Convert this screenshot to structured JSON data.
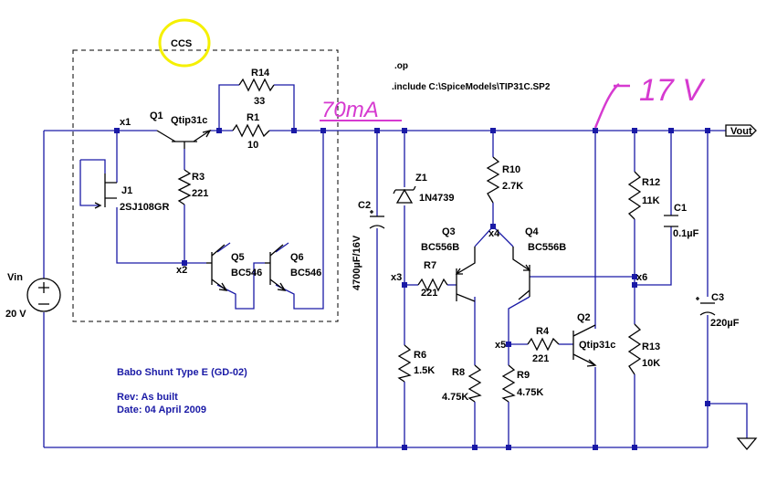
{
  "directives": [
    ".op",
    ".include C:\\SpiceModels\\TIP31C.SP2"
  ],
  "output_label": "Vout",
  "annotations": {
    "ccs": "CCS",
    "current": "70mA",
    "voltage": "17 V"
  },
  "notes": {
    "title": "Babo Shunt Type E (GD-02)",
    "rev": "Rev: As built",
    "date": "Date: 04 April 2009"
  },
  "nets": [
    "x1",
    "x2",
    "x3",
    "x4",
    "x5",
    "x6"
  ],
  "components": {
    "Vin": {
      "ref": "Vin",
      "value": "20 V"
    },
    "Q1": {
      "ref": "Q1",
      "value": "Qtip31c"
    },
    "Q2": {
      "ref": "Q2",
      "value": "Qtip31c"
    },
    "Q3": {
      "ref": "Q3",
      "value": "BC556B"
    },
    "Q4": {
      "ref": "Q4",
      "value": "BC556B"
    },
    "Q5": {
      "ref": "Q5",
      "value": "BC546"
    },
    "Q6": {
      "ref": "Q6",
      "value": "BC546"
    },
    "J1": {
      "ref": "J1",
      "value": "2SJ108GR"
    },
    "Z1": {
      "ref": "Z1",
      "value": "1N4739"
    },
    "R1": {
      "ref": "R1",
      "value": "10"
    },
    "R3": {
      "ref": "R3",
      "value": "221"
    },
    "R4": {
      "ref": "R4",
      "value": "221"
    },
    "R6": {
      "ref": "R6",
      "value": "1.5K"
    },
    "R7": {
      "ref": "R7",
      "value": "221"
    },
    "R8": {
      "ref": "R8",
      "value": "4.75K"
    },
    "R9": {
      "ref": "R9",
      "value": "4.75K"
    },
    "R10": {
      "ref": "R10",
      "value": "2.7K"
    },
    "R12": {
      "ref": "R12",
      "value": "11K"
    },
    "R13": {
      "ref": "R13",
      "value": "10K"
    },
    "R14": {
      "ref": "R14",
      "value": "33"
    },
    "C1": {
      "ref": "C1",
      "value": "0.1µF"
    },
    "C2": {
      "ref": "C2",
      "value": "4700µF/16V"
    },
    "C3": {
      "ref": "C3",
      "value": "220µF"
    }
  },
  "colors": {
    "wire": "#1a1aa6",
    "component": "#000000",
    "annotation": "#d63ad0",
    "highlight": "#f5f000"
  }
}
